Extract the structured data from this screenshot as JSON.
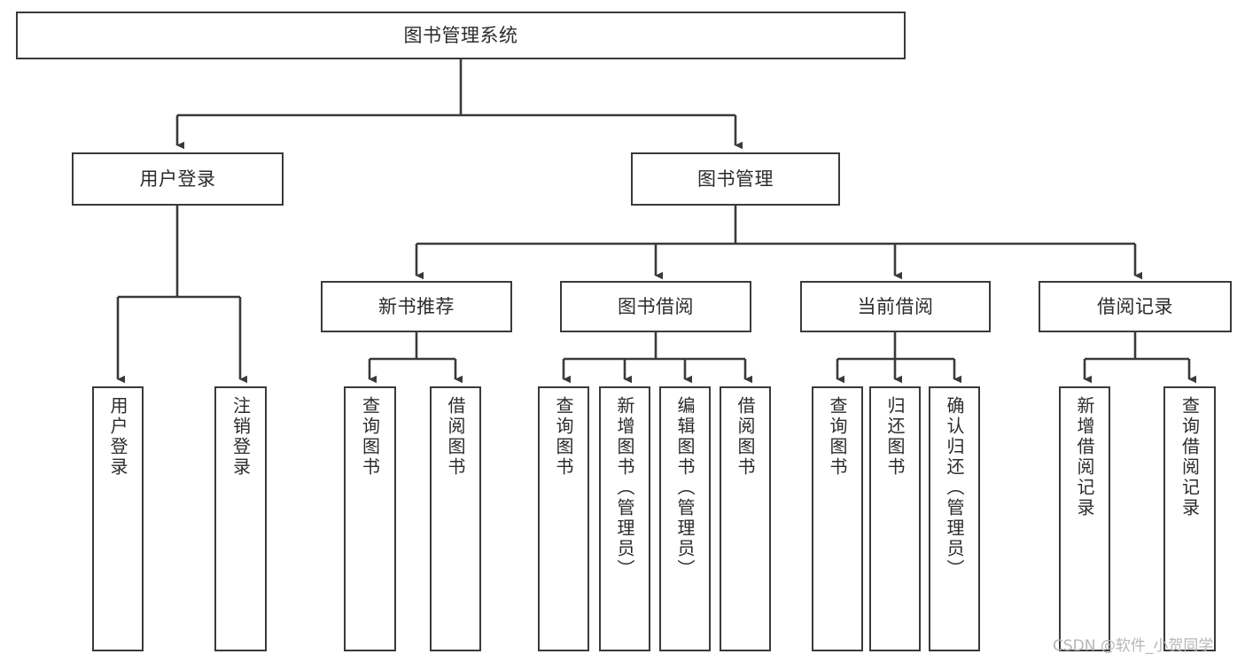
{
  "diagram": {
    "title": "图书管理系统",
    "type": "tree-hierarchy",
    "watermark": "CSDN @软件_小贺同学",
    "colors": {
      "background": "#ffffff",
      "node_border": "#3a3a3a",
      "node_fill": "#ffffff",
      "text": "#2b2b2b",
      "edge": "#3a3a3a",
      "watermark": "#b6b6b6"
    },
    "nodes": {
      "root": {
        "label": "图书管理系统"
      },
      "level2": [
        {
          "label": "用户登录"
        },
        {
          "label": "图书管理"
        }
      ],
      "level3": [
        {
          "label": "新书推荐"
        },
        {
          "label": "图书借阅"
        },
        {
          "label": "当前借阅"
        },
        {
          "label": "借阅记录"
        }
      ],
      "leaves": {
        "user_login": [
          {
            "label": "用户登录"
          },
          {
            "label": "注销登录"
          }
        ],
        "new_book_recommend": [
          {
            "label": "查询图书"
          },
          {
            "label": "借阅图书"
          }
        ],
        "book_borrow": [
          {
            "label": "查询图书"
          },
          {
            "label": "新增图书（管理员）"
          },
          {
            "label": "编辑图书（管理员）"
          },
          {
            "label": "借阅图书"
          }
        ],
        "current_borrow": [
          {
            "label": "查询图书"
          },
          {
            "label": "归还图书"
          },
          {
            "label": "确认归还（管理员）"
          }
        ],
        "borrow_record": [
          {
            "label": "新增借阅记录"
          },
          {
            "label": "查询借阅记录"
          }
        ]
      }
    }
  }
}
